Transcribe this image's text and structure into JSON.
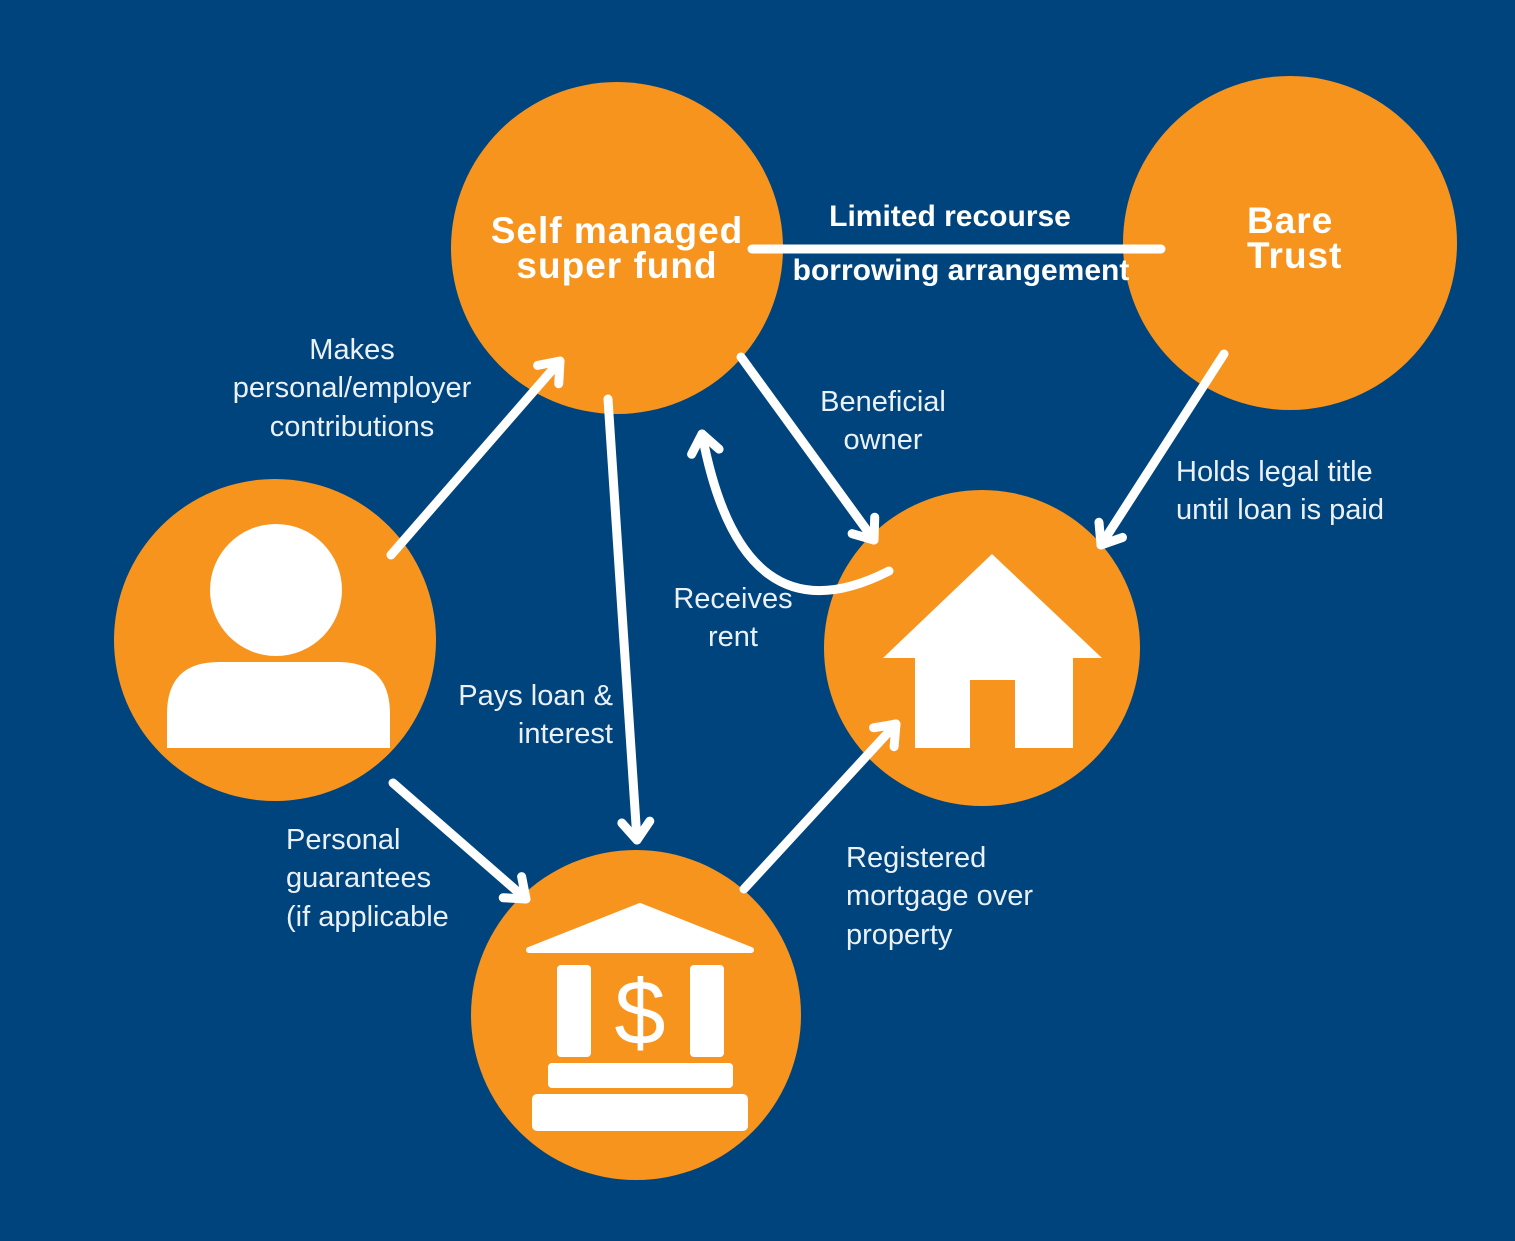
{
  "colors": {
    "background": "#00447E",
    "node_fill": "#F7941E",
    "arrow": "#FFFFFF",
    "label": "#EAF1F8"
  },
  "nodes": {
    "smsf": {
      "label": "Self managed\nsuper fund"
    },
    "bare_trust": {
      "label": "Bare\nTrust"
    },
    "member": {
      "icon": "person-icon"
    },
    "property": {
      "icon": "house-icon"
    },
    "bank": {
      "icon": "bank-icon",
      "symbol": "$"
    }
  },
  "edges": {
    "lrba": {
      "label_top": "Limited recourse",
      "label_bottom": "borrowing arrangement"
    },
    "contributions": {
      "label": "Makes\npersonal/employer\ncontributions"
    },
    "beneficial_owner": {
      "label": "Beneficial\nowner"
    },
    "holds_legal_title": {
      "label": "Holds legal title\nuntil loan is paid"
    },
    "receives_rent": {
      "label": "Receives\nrent"
    },
    "pays_loan": {
      "label": "Pays loan &\ninterest"
    },
    "personal_guarantees": {
      "label": "Personal\nguarantees\n(if applicable"
    },
    "registered_mortgage": {
      "label": "Registered\nmortgage over\nproperty"
    }
  }
}
